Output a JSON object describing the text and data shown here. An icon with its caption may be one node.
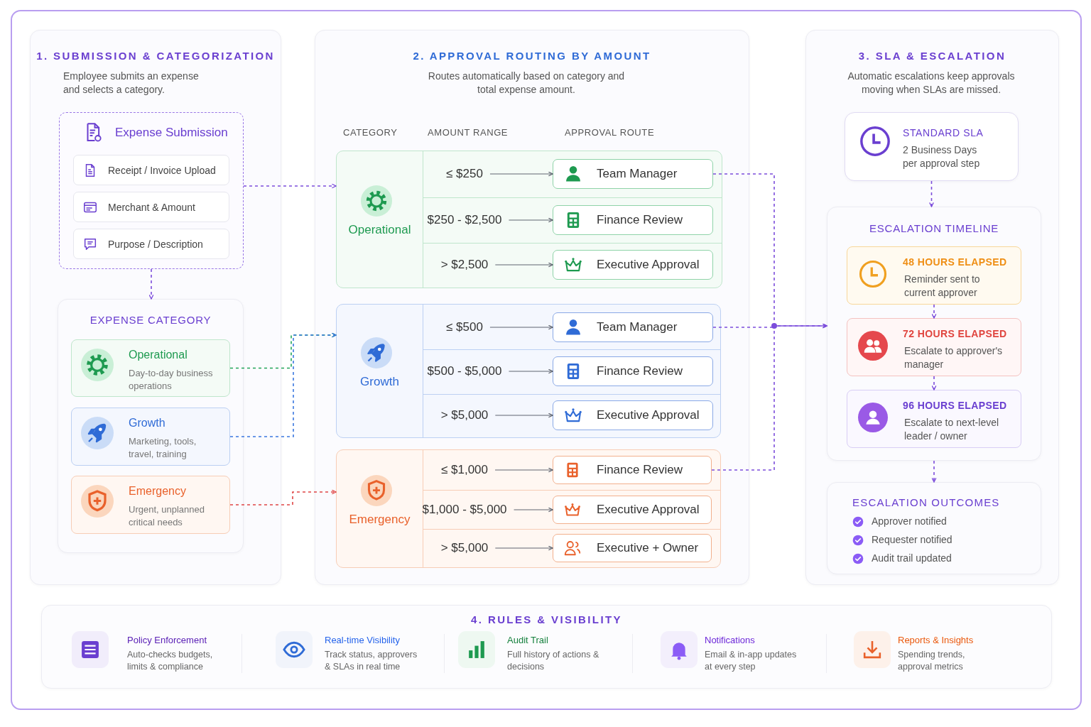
{
  "diagram": {
    "nodes": [
      {
        "text": [
          "1. SUBMISSION & CATEGORIZATION",
          "Employee submits an expense and selects a category."
        ]
      },
      {
        "text": [
          "Expense Submission"
        ],
        "in": 0
      },
      {
        "text": [
          "Receipt / Invoice Upload"
        ],
        "in": 1
      },
      {
        "text": [
          "Merchant & Amount"
        ],
        "in": 1
      },
      {
        "text": [
          "Purpose / Description"
        ],
        "in": 1
      },
      {
        "text": [
          "EXPENSE CATEGORY"
        ],
        "in": 0
      },
      {
        "text": [
          "Operational",
          "Day-to-day business operations"
        ],
        "in": 5
      },
      {
        "text": [
          "Growth",
          "Marketing, tools, travel, training"
        ],
        "in": 5
      },
      {
        "text": [
          "Emergency",
          "Urgent, unplanned critical needs"
        ],
        "in": 5
      },
      {
        "text": [
          "2. APPROVAL ROUTING BY AMOUNT",
          "Routes automatically based on category and total expense amount."
        ]
      },
      {
        "text": [
          "Operational"
        ],
        "in": 9
      },
      {
        "text": [
          "≤ $250"
        ],
        "in": 10
      },
      {
        "text": [
          "Team Manager"
        ],
        "in": 10
      },
      {
        "text": [
          "$250 - $2,500"
        ],
        "in": 10
      },
      {
        "text": [
          "Finance Review"
        ],
        "in": 10
      },
      {
        "text": [
          "> $2,500"
        ],
        "in": 10
      },
      {
        "text": [
          "Executive Approval"
        ],
        "in": 10
      },
      {
        "text": [
          "Growth"
        ],
        "in": 9
      },
      {
        "text": [
          "≤ $500"
        ],
        "in": 17
      },
      {
        "text": [
          "Team Manager"
        ],
        "in": 17
      },
      {
        "text": [
          "$500 - $5,000"
        ],
        "in": 17
      },
      {
        "text": [
          "Finance Review"
        ],
        "in": 17
      },
      {
        "text": [
          "> $5,000"
        ],
        "in": 17
      },
      {
        "text": [
          "Executive Approval"
        ],
        "in": 17
      },
      {
        "text": [
          "Emergency"
        ],
        "in": 9
      },
      {
        "text": [
          "≤ $1,000"
        ],
        "in": 24
      },
      {
        "text": [
          "Finance Review"
        ],
        "in": 24
      },
      {
        "text": [
          "$1,000 - $5,000"
        ],
        "in": 24
      },
      {
        "text": [
          "Executive Approval"
        ],
        "in": 24
      },
      {
        "text": [
          "> $5,000"
        ],
        "in": 24
      },
      {
        "text": [
          "Executive + Owner"
        ],
        "in": 24
      },
      {
        "text": [
          "3. SLA & ESCALATION",
          "Automatic escalations keep approvals moving when SLAs are missed."
        ]
      },
      {
        "text": [
          "STANDARD SLA",
          "2 Business Days per approval step"
        ],
        "in": 31
      },
      {
        "text": [
          "ESCALATION TIMELINE"
        ],
        "in": 31
      },
      {
        "text": [
          "48 HOURS ELAPSED",
          "Reminder sent to current approver"
        ],
        "in": 33
      },
      {
        "text": [
          "72 HOURS ELAPSED",
          "Escalate to approver's manager"
        ],
        "in": 33
      },
      {
        "text": [
          "96 HOURS ELAPSED",
          "Escalate to next-level leader / owner"
        ],
        "in": 33
      },
      {
        "text": [
          "ESCALATION OUTCOMES",
          "Approver notified",
          "Requester notified",
          "Audit trail updated"
        ],
        "in": 31
      },
      {
        "text": [
          "4. RULES & VISIBILITY"
        ]
      }
    ],
    "edges": [
      {
        "from": 1,
        "to": 10,
        "arrow": "to",
        "style": "dashed",
        "color": "#7c4ddb"
      },
      {
        "from": 1,
        "to": 5,
        "arrow": "to",
        "style": "dashed",
        "color": "#7c4ddb"
      },
      {
        "from": 6,
        "to": 17,
        "arrow": "to",
        "style": "dashed",
        "color": "#22a55a"
      },
      {
        "from": 7,
        "to": 17,
        "arrow": "to",
        "style": "dashed",
        "color": "#3b78e0"
      },
      {
        "from": 8,
        "to": 24,
        "arrow": "to",
        "style": "dashed",
        "color": "#e04545"
      },
      {
        "from": 11,
        "to": 12,
        "arrow": "to",
        "color": "#5f6470"
      },
      {
        "from": 13,
        "to": 14,
        "arrow": "to",
        "color": "#5f6470"
      },
      {
        "from": 15,
        "to": 16,
        "arrow": "to",
        "color": "#5f6470"
      },
      {
        "from": 18,
        "to": 19,
        "arrow": "to",
        "color": "#5f6470"
      },
      {
        "from": 20,
        "to": 21,
        "arrow": "to",
        "color": "#5f6470"
      },
      {
        "from": 22,
        "to": 23,
        "arrow": "to",
        "color": "#5f6470"
      },
      {
        "from": 25,
        "to": 26,
        "arrow": "to",
        "color": "#5f6470"
      },
      {
        "from": 27,
        "to": 28,
        "arrow": "to",
        "color": "#5f6470"
      },
      {
        "from": 29,
        "to": 30,
        "arrow": "to",
        "color": "#5f6470"
      },
      {
        "from": 12,
        "to": 33,
        "arrow": "to",
        "style": "dashed",
        "color": "#7c4ddb"
      },
      {
        "from": 19,
        "to": 33,
        "arrow": "to",
        "style": "dashed",
        "color": "#7c4ddb"
      },
      {
        "from": 26,
        "to": 33,
        "arrow": "to",
        "style": "dashed",
        "color": "#7c4ddb"
      },
      {
        "from": 32,
        "to": 33,
        "arrow": "to",
        "style": "dashed",
        "color": "#7c4ddb"
      },
      {
        "from": 34,
        "to": 35,
        "arrow": "to",
        "style": "dashed",
        "color": "#7c4ddb"
      },
      {
        "from": 35,
        "to": 36,
        "arrow": "to",
        "style": "dashed",
        "color": "#7c4ddb"
      },
      {
        "from": 33,
        "to": 37,
        "arrow": "to",
        "style": "dashed",
        "color": "#7c4ddb"
      }
    ],
    "labels": [
      "CATEGORY",
      "AMOUNT RANGE",
      "APPROVAL ROUTE",
      "Policy Enforcement",
      "Auto-checks budgets, limits & compliance",
      "Real-time Visibility",
      "Track status, approvers & SLAs in real time",
      "Audit Trail",
      "Full history of actions & decisions",
      "Notifications",
      "Email & in-app updates at every step",
      "Reports & Insights",
      "Spending trends, approval metrics"
    ]
  }
}
